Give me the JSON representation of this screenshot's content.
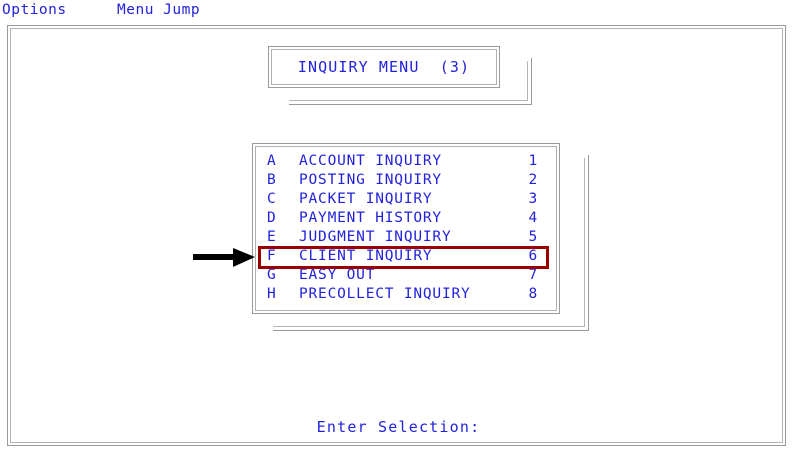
{
  "menubar": {
    "options_label": "Options",
    "jump_label": "Menu Jump"
  },
  "title_box": {
    "text": "INQUIRY MENU  (3)"
  },
  "menu": {
    "items": [
      {
        "key": "A",
        "label": "ACCOUNT INQUIRY",
        "number": "1"
      },
      {
        "key": "B",
        "label": "POSTING INQUIRY",
        "number": "2"
      },
      {
        "key": "C",
        "label": "PACKET INQUIRY",
        "number": "3"
      },
      {
        "key": "D",
        "label": "PAYMENT HISTORY",
        "number": "4"
      },
      {
        "key": "E",
        "label": "JUDGMENT INQUIRY",
        "number": "5"
      },
      {
        "key": "F",
        "label": "CLIENT INQUIRY",
        "number": "6"
      },
      {
        "key": "G",
        "label": "EASY OUT",
        "number": "7"
      },
      {
        "key": "H",
        "label": "PRECOLLECT INQUIRY",
        "number": "8"
      }
    ]
  },
  "annotation": {
    "highlighted_item_key": "F",
    "highlighted_item_label": "CLIENT INQUIRY",
    "highlight_color": "#9b0000",
    "arrow_color": "#000000",
    "arrow_direction": "right"
  },
  "prompt": {
    "text": "Enter Selection:"
  },
  "colors": {
    "text_blue": "#2222dd",
    "frame_gray": "#9a9a9a",
    "frame_gray_light": "#b4b4b4",
    "background": "#ffffff"
  }
}
